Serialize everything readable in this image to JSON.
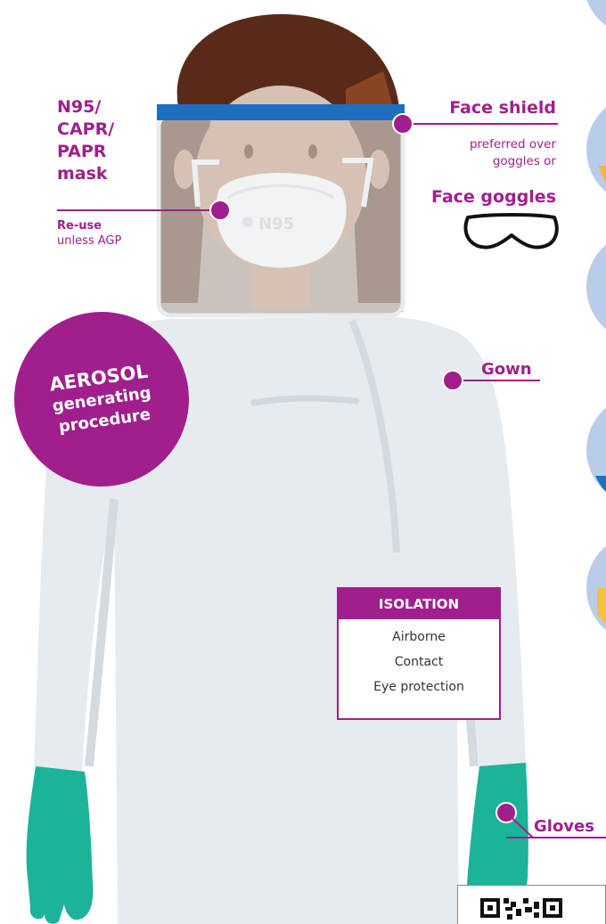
{
  "labels": {
    "mask_lines": [
      "N95/",
      "CAPR/",
      "PAPR",
      "mask"
    ],
    "reuse_bold": "Re-use",
    "reuse_rest": "unless AGP",
    "face_shield": "Face shield",
    "preferred_lines": [
      "preferred over",
      "goggles or"
    ],
    "face_goggles": "Face goggles",
    "gown": "Gown",
    "gloves": "Gloves",
    "mask_print": "N95"
  },
  "aerosol_badge": {
    "line1": "AEROSOL",
    "line2": "generating",
    "line3": "procedure"
  },
  "isolation": {
    "title": "ISOLATION",
    "items": [
      "Airborne",
      "Contact",
      "Eye protection"
    ]
  },
  "colors": {
    "accent": "#a01f8c",
    "gown": "#e6ebef",
    "glove": "#1bb39a",
    "hair": "#5a2a18",
    "shield_band": "#1f6fbf",
    "side_circle": "#b9cdea"
  }
}
